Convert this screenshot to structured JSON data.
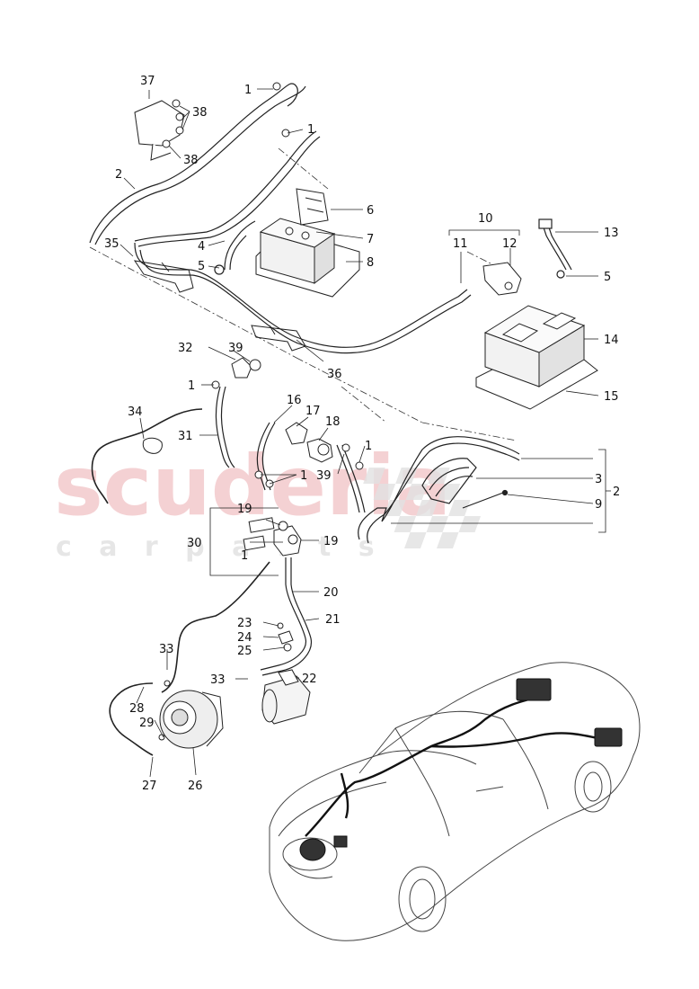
{
  "watermark": {
    "brand": "scuderia",
    "sub": "c a r   p a r t s",
    "color": "#f3c9cc"
  },
  "callouts": {
    "c1a": "1",
    "c1b": "1",
    "c1c": "1",
    "c1d": "1",
    "c1e": "1",
    "c1f": "1",
    "c2a": "2",
    "c2b": "2",
    "c3": "3",
    "c4": "4",
    "c5a": "5",
    "c5b": "5",
    "c6": "6",
    "c7": "7",
    "c8": "8",
    "c9": "9",
    "c10": "10",
    "c11": "11",
    "c12": "12",
    "c13": "13",
    "c14": "14",
    "c15": "15",
    "c16": "16",
    "c17": "17",
    "c18": "18",
    "c19a": "19",
    "c19b": "19",
    "c20": "20",
    "c21": "21",
    "c22": "22",
    "c23": "23",
    "c24": "24",
    "c25": "25",
    "c26": "26",
    "c27": "27",
    "c28": "28",
    "c29": "29",
    "c30": "30",
    "c31": "31",
    "c32": "32",
    "c33a": "33",
    "c33b": "33",
    "c34": "34",
    "c35": "35",
    "c36": "36",
    "c37": "37",
    "c38a": "38",
    "c38b": "38",
    "c39a": "39",
    "c39b": "39"
  }
}
